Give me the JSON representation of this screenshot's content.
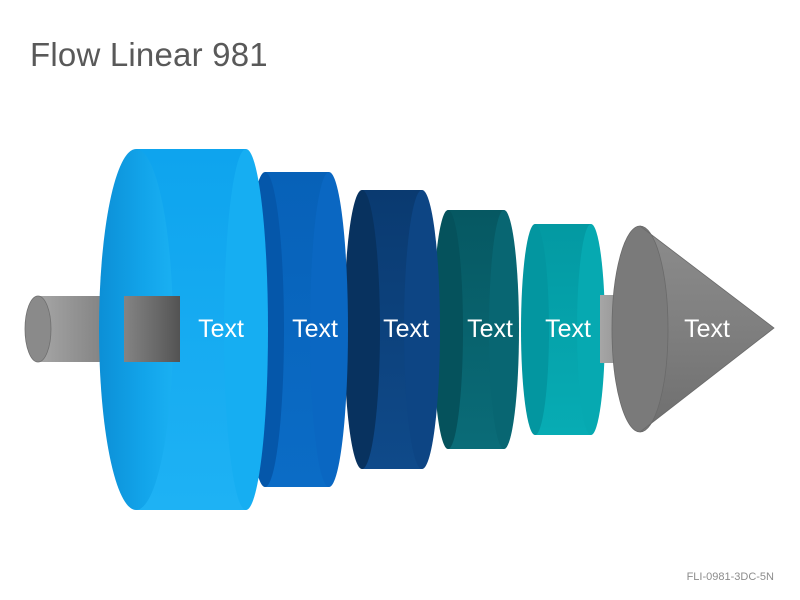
{
  "title": "Flow Linear 981",
  "footer_code": "FLI-0981-3DC-5N",
  "segments": [
    {
      "label": "Text",
      "color": "#12a9ee"
    },
    {
      "label": "Text",
      "color": "#0866bf"
    },
    {
      "label": "Text",
      "color": "#0b3f78"
    },
    {
      "label": "Text",
      "color": "#07606d"
    },
    {
      "label": "Text",
      "color": "#04a3ab"
    }
  ],
  "arrow": {
    "label": "Text",
    "color": "#7f7f7f"
  },
  "shaft_color": "#808080"
}
